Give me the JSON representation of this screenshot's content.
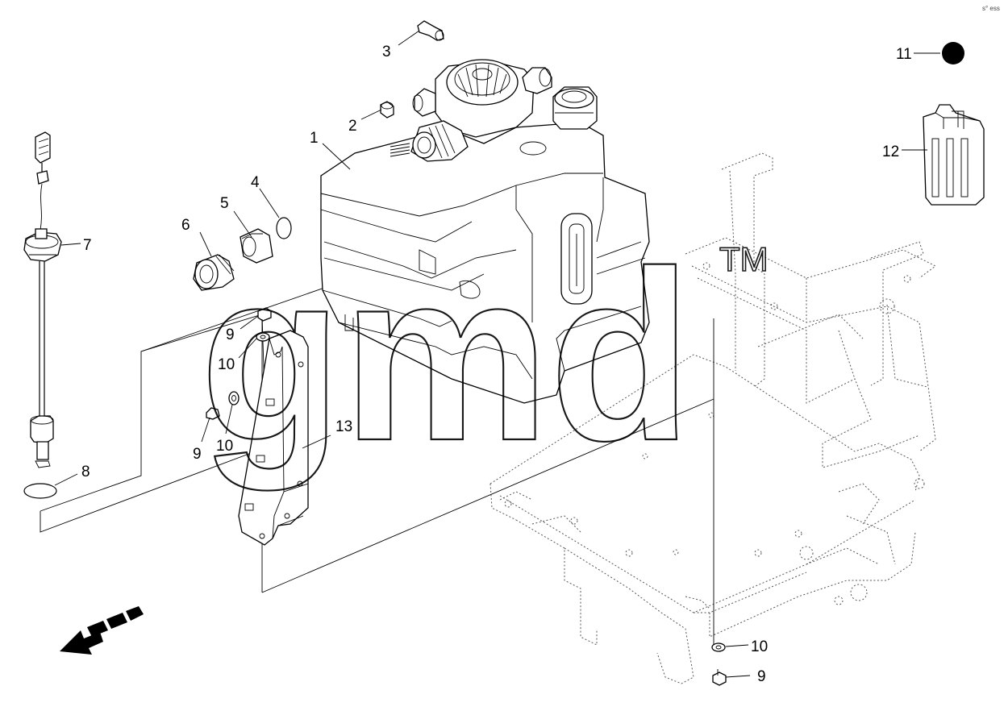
{
  "diagram": {
    "corner_code": "s° ess",
    "watermark": {
      "text": "gmd",
      "tm": "TM"
    },
    "callouts": [
      {
        "id": "label-1",
        "text": "1"
      },
      {
        "id": "label-2",
        "text": "2"
      },
      {
        "id": "label-3",
        "text": "3"
      },
      {
        "id": "label-4",
        "text": "4"
      },
      {
        "id": "label-5",
        "text": "5"
      },
      {
        "id": "label-6",
        "text": "6"
      },
      {
        "id": "label-7",
        "text": "7"
      },
      {
        "id": "label-8",
        "text": "8"
      },
      {
        "id": "label-9a",
        "text": "9"
      },
      {
        "id": "label-10a",
        "text": "10"
      },
      {
        "id": "label-9b",
        "text": "9"
      },
      {
        "id": "label-10b",
        "text": "10"
      },
      {
        "id": "label-11",
        "text": "11"
      },
      {
        "id": "label-12",
        "text": "12"
      },
      {
        "id": "label-13",
        "text": "13"
      },
      {
        "id": "label-10c",
        "text": "10"
      },
      {
        "id": "label-9c",
        "text": "9"
      }
    ],
    "colors": {
      "line": "#000000",
      "dashed": "#555555",
      "background": "#ffffff"
    }
  }
}
